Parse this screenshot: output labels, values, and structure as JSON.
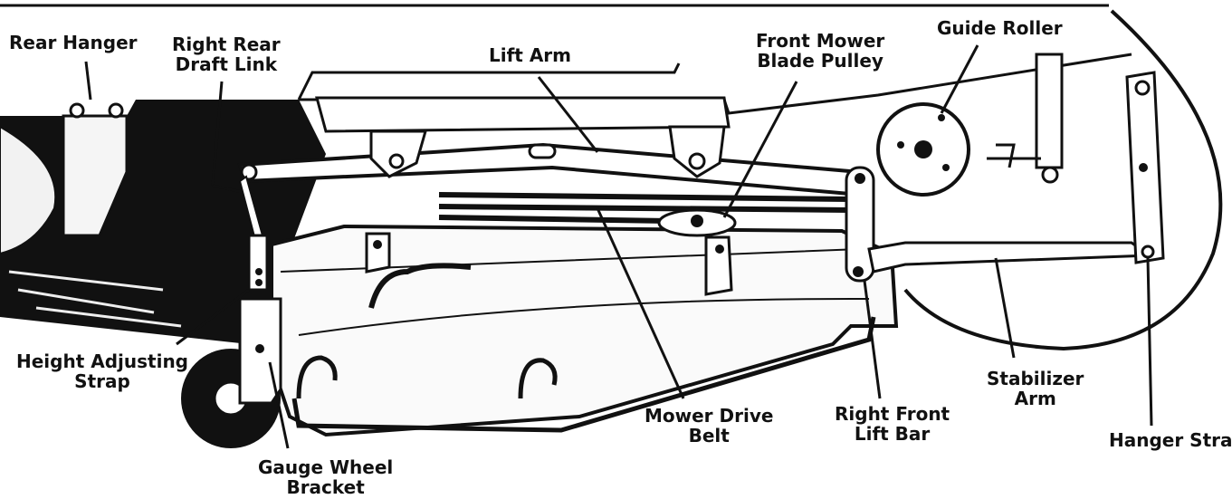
{
  "labels": {
    "rear_hanger": "Rear Hanger",
    "right_rear_draft_link": [
      "Right Rear",
      "Draft Link"
    ],
    "lift_arm": "Lift Arm",
    "front_mower_blade_pulley": [
      "Front Mower",
      "Blade Pulley"
    ],
    "guide_roller": "Guide Roller",
    "height_adjusting_strap": [
      "Height Adjusting",
      "Strap"
    ],
    "gauge_wheel_bracket": [
      "Gauge Wheel",
      "Bracket"
    ],
    "mower_drive_belt": [
      "Mower Drive",
      "Belt"
    ],
    "right_front_lift_bar": [
      "Right Front",
      "Lift Bar"
    ],
    "stabilizer_arm": [
      "Stabilizer",
      "Arm"
    ],
    "hanger_strap": "Hanger Strap"
  },
  "colors": {
    "ink": "#111111",
    "paper": "#ffffff",
    "shade": "#d9d9d9"
  }
}
